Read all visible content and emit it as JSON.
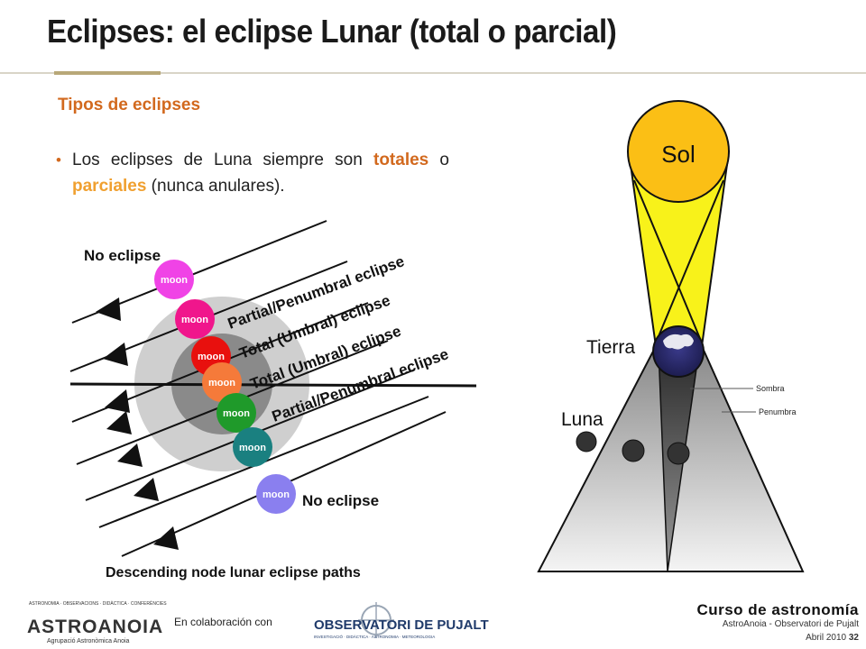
{
  "slide": {
    "title": "Eclipses: el eclipse Lunar (total o parcial)",
    "subtitle": "Tipos de eclipses",
    "bullet": {
      "part1": "Los eclipses de Luna siempre son ",
      "hl1": "totales",
      "part2": " o ",
      "hl2": "parciales",
      "part3": " (nunca anulares)."
    }
  },
  "left_diagram": {
    "caption": "Descending node lunar eclipse paths",
    "path_labels": [
      "No eclipse",
      "Partial/Penumbral eclipse",
      "Total (Umbral) eclipse",
      "Total (Umbral) eclipse",
      "Partial/Penumbral eclipse",
      "No eclipse"
    ],
    "moon_label": "moon",
    "moon_colors": [
      "#f043e6",
      "#f0168c",
      "#e8100e",
      "#f57a3a",
      "#1f9a2a",
      "#1a8080",
      "#8a7fef"
    ]
  },
  "right_diagram": {
    "sun_label": "Sol",
    "earth_label": "Tierra",
    "moon_label": "Luna",
    "umbra_label": "Sombra",
    "penumbra_label": "Penumbra"
  },
  "footer": {
    "logo_tagline": "ASTRONOMIA · OBSERVACIONS · DIDÀCTICA · CONFERÈNCIES",
    "logo_name": "ASTROANOIA",
    "logo_sub": "Agrupació Astronòmica Anoia",
    "collab": "En colaboración con",
    "observatory_name": "OBSERVATORI DE PUJALT",
    "observatory_sub": "INVESTIGACIÓ · DIDÀCTICA · ASTRONOMIA · METEOROLOGIA",
    "course": "Curso de astronomía",
    "course_sub": "AstroAnoia - Observatori de Pujalt",
    "date": "Abril 2010",
    "page": "32"
  }
}
